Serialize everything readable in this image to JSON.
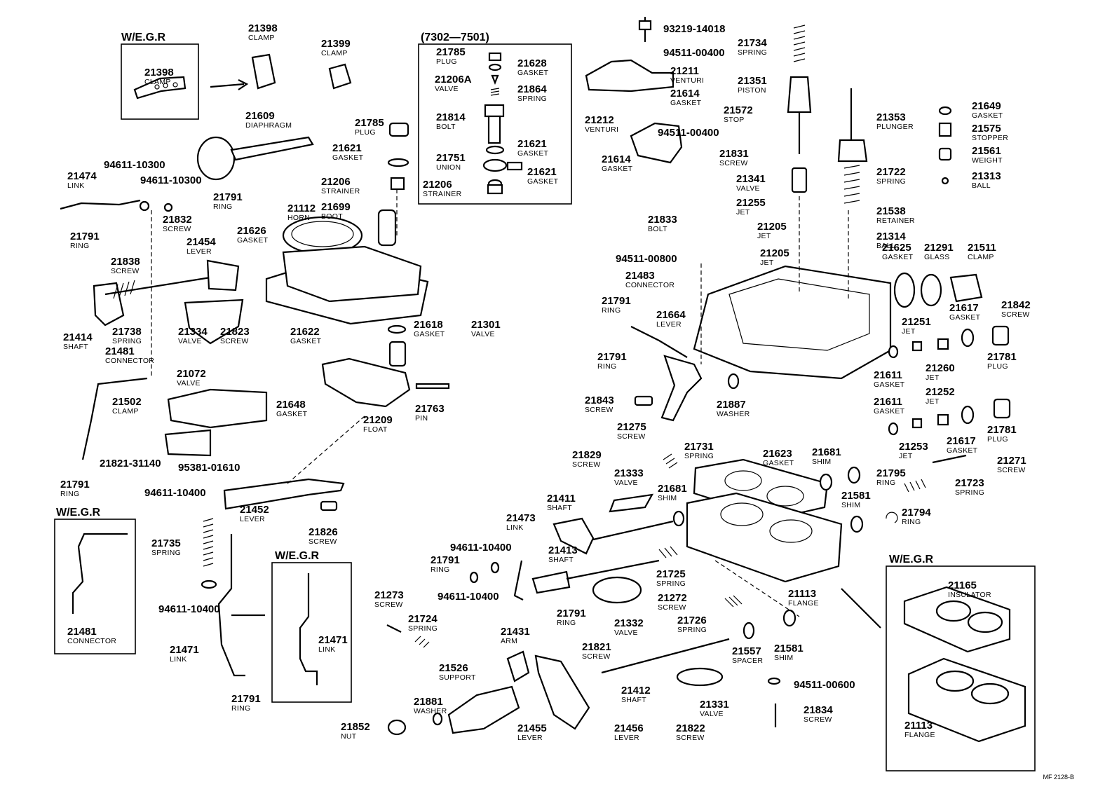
{
  "diagram": {
    "doc_code": "MF 2128-B",
    "inset_titles": {
      "egr_clamp": "W/E.G.R",
      "date_range": "(7302—7501)",
      "egr_connector": "W/E.G.R",
      "egr_link": "W/E.G.R",
      "egr_flange": "W/E.G.R"
    },
    "callouts": [
      {
        "id": "c1",
        "num": "21398",
        "name": "CLAMP"
      },
      {
        "id": "c2",
        "num": "21398",
        "name": "CLAMP"
      },
      {
        "id": "c3",
        "num": "21399",
        "name": "CLAMP"
      },
      {
        "id": "c4",
        "num": "21785",
        "name": "PLUG"
      },
      {
        "id": "c5",
        "num": "21628",
        "name": "GASKET"
      },
      {
        "id": "c6",
        "num": "21206A",
        "name": "VALVE"
      },
      {
        "id": "c7",
        "num": "21864",
        "name": "SPRING"
      },
      {
        "id": "c8",
        "num": "21814",
        "name": "BOLT"
      },
      {
        "id": "c9",
        "num": "21621",
        "name": "GASKET"
      },
      {
        "id": "c10",
        "num": "21751",
        "name": "UNION"
      },
      {
        "id": "c11",
        "num": "21621",
        "name": "GASKET"
      },
      {
        "id": "c12",
        "num": "21206",
        "name": "STRAINER"
      },
      {
        "id": "c13",
        "num": "21785",
        "name": "PLUG"
      },
      {
        "id": "c14",
        "num": "21621",
        "name": "GASKET"
      },
      {
        "id": "c15",
        "num": "21206",
        "name": "STRAINER"
      },
      {
        "id": "c16",
        "num": "21609",
        "name": "DIAPHRAGM"
      },
      {
        "id": "c17",
        "num": "94611-10300",
        "name": ""
      },
      {
        "id": "c18",
        "num": "21474",
        "name": "LINK"
      },
      {
        "id": "c19",
        "num": "94611-10300",
        "name": ""
      },
      {
        "id": "c20",
        "num": "21791",
        "name": "RING"
      },
      {
        "id": "c21",
        "num": "21791",
        "name": "RING"
      },
      {
        "id": "c22",
        "num": "21832",
        "name": "SCREW"
      },
      {
        "id": "c23",
        "num": "21112",
        "name": "HORN"
      },
      {
        "id": "c24",
        "num": "21699",
        "name": "BOOT"
      },
      {
        "id": "c25",
        "num": "21626",
        "name": "GASKET"
      },
      {
        "id": "c26",
        "num": "21454",
        "name": "LEVER"
      },
      {
        "id": "c27",
        "num": "21838",
        "name": "SCREW"
      },
      {
        "id": "c28",
        "num": "21738",
        "name": "SPRING"
      },
      {
        "id": "c29",
        "num": "21414",
        "name": "SHAFT"
      },
      {
        "id": "c30",
        "num": "21334",
        "name": "VALVE"
      },
      {
        "id": "c31",
        "num": "21823",
        "name": "SCREW"
      },
      {
        "id": "c32",
        "num": "21622",
        "name": "GASKET"
      },
      {
        "id": "c33",
        "num": "21618",
        "name": "GASKET"
      },
      {
        "id": "c34",
        "num": "21301",
        "name": "VALVE"
      },
      {
        "id": "c35",
        "num": "21481",
        "name": "CONNECTOR"
      },
      {
        "id": "c36",
        "num": "21072",
        "name": "VALVE"
      },
      {
        "id": "c37",
        "num": "21502",
        "name": "CLAMP"
      },
      {
        "id": "c38",
        "num": "21648",
        "name": "GASKET"
      },
      {
        "id": "c39",
        "num": "21209",
        "name": "FLOAT"
      },
      {
        "id": "c40",
        "num": "21763",
        "name": "PIN"
      },
      {
        "id": "c41",
        "num": "21821-31140",
        "name": ""
      },
      {
        "id": "c42",
        "num": "21791",
        "name": "RING"
      },
      {
        "id": "c43",
        "num": "95381-01610",
        "name": ""
      },
      {
        "id": "c44",
        "num": "94611-10400",
        "name": ""
      },
      {
        "id": "c45",
        "num": "21452",
        "name": "LEVER"
      },
      {
        "id": "c46",
        "num": "21826",
        "name": "SCREW"
      },
      {
        "id": "c47",
        "num": "21735",
        "name": "SPRING"
      },
      {
        "id": "c48",
        "num": "94611-10400",
        "name": ""
      },
      {
        "id": "c49",
        "num": "21481",
        "name": "CONNECTOR"
      },
      {
        "id": "c50",
        "num": "21471",
        "name": "LINK"
      },
      {
        "id": "c51",
        "num": "21471",
        "name": "LINK"
      },
      {
        "id": "c52",
        "num": "21791",
        "name": "RING"
      },
      {
        "id": "c53",
        "num": "93219-14018",
        "name": ""
      },
      {
        "id": "c54",
        "num": "94511-00400",
        "name": ""
      },
      {
        "id": "c55",
        "num": "21734",
        "name": "SPRING"
      },
      {
        "id": "c56",
        "num": "21211",
        "name": "VENTURI"
      },
      {
        "id": "c57",
        "num": "21614",
        "name": "GASKET"
      },
      {
        "id": "c58",
        "num": "21351",
        "name": "PISTON"
      },
      {
        "id": "c59",
        "num": "21212",
        "name": "VENTURI"
      },
      {
        "id": "c60",
        "num": "21572",
        "name": "STOP"
      },
      {
        "id": "c61",
        "num": "94511-00400",
        "name": ""
      },
      {
        "id": "c62",
        "num": "21614",
        "name": "GASKET"
      },
      {
        "id": "c63",
        "num": "21831",
        "name": "SCREW"
      },
      {
        "id": "c64",
        "num": "21353",
        "name": "PLUNGER"
      },
      {
        "id": "c65",
        "num": "21649",
        "name": "GASKET"
      },
      {
        "id": "c66",
        "num": "21575",
        "name": "STOPPER"
      },
      {
        "id": "c67",
        "num": "21561",
        "name": "WEIGHT"
      },
      {
        "id": "c68",
        "num": "21313",
        "name": "BALL"
      },
      {
        "id": "c69",
        "num": "21341",
        "name": "VALVE"
      },
      {
        "id": "c70",
        "num": "21722",
        "name": "SPRING"
      },
      {
        "id": "c71",
        "num": "21255",
        "name": "JET"
      },
      {
        "id": "c72",
        "num": "21538",
        "name": "RETAINER"
      },
      {
        "id": "c73",
        "num": "21833",
        "name": "BOLT"
      },
      {
        "id": "c74",
        "num": "21205",
        "name": "JET"
      },
      {
        "id": "c75",
        "num": "21314",
        "name": "BALL"
      },
      {
        "id": "c76",
        "num": "21205",
        "name": "JET"
      },
      {
        "id": "c77",
        "num": "94511-00800",
        "name": ""
      },
      {
        "id": "c78",
        "num": "21483",
        "name": "CONNECTOR"
      },
      {
        "id": "c79",
        "num": "21625",
        "name": "GASKET"
      },
      {
        "id": "c80",
        "num": "21291",
        "name": "GLASS"
      },
      {
        "id": "c81",
        "num": "21511",
        "name": "CLAMP"
      },
      {
        "id": "c82",
        "num": "21791",
        "name": "RING"
      },
      {
        "id": "c83",
        "num": "21664",
        "name": "LEVER"
      },
      {
        "id": "c84",
        "num": "21617",
        "name": "GASKET"
      },
      {
        "id": "c85",
        "num": "21842",
        "name": "SCREW"
      },
      {
        "id": "c86",
        "num": "21251",
        "name": "JET"
      },
      {
        "id": "c87",
        "num": "21781",
        "name": "PLUG"
      },
      {
        "id": "c88",
        "num": "21791",
        "name": "RING"
      },
      {
        "id": "c89",
        "num": "21260",
        "name": "JET"
      },
      {
        "id": "c90",
        "num": "21611",
        "name": "GASKET"
      },
      {
        "id": "c91",
        "num": "21887",
        "name": "WASHER"
      },
      {
        "id": "c92",
        "num": "21252",
        "name": "JET"
      },
      {
        "id": "c93",
        "num": "21843",
        "name": "SCREW"
      },
      {
        "id": "c94",
        "num": "21611",
        "name": "GASKET"
      },
      {
        "id": "c95",
        "num": "21781",
        "name": "PLUG"
      },
      {
        "id": "c96",
        "num": "21275",
        "name": "SCREW"
      },
      {
        "id": "c97",
        "num": "21253",
        "name": "JET"
      },
      {
        "id": "c98",
        "num": "21617",
        "name": "GASKET"
      },
      {
        "id": "c99",
        "num": "21731",
        "name": "SPRING"
      },
      {
        "id": "c100",
        "num": "21623",
        "name": "GASKET"
      },
      {
        "id": "c101",
        "num": "21681",
        "name": "SHIM"
      },
      {
        "id": "c102",
        "num": "21271",
        "name": "SCREW"
      },
      {
        "id": "c103",
        "num": "21829",
        "name": "SCREW"
      },
      {
        "id": "c104",
        "num": "21333",
        "name": "VALVE"
      },
      {
        "id": "c105",
        "num": "21795",
        "name": "RING"
      },
      {
        "id": "c106",
        "num": "21681",
        "name": "SHIM"
      },
      {
        "id": "c107",
        "num": "21723",
        "name": "SPRING"
      },
      {
        "id": "c108",
        "num": "21411",
        "name": "SHAFT"
      },
      {
        "id": "c109",
        "num": "21581",
        "name": "SHIM"
      },
      {
        "id": "c110",
        "num": "21473",
        "name": "LINK"
      },
      {
        "id": "c111",
        "num": "21794",
        "name": "RING"
      },
      {
        "id": "c112",
        "num": "94611-10400",
        "name": ""
      },
      {
        "id": "c113",
        "num": "21413",
        "name": "SHAFT"
      },
      {
        "id": "c114",
        "num": "21791",
        "name": "RING"
      },
      {
        "id": "c115",
        "num": "94611-10400",
        "name": ""
      },
      {
        "id": "c116",
        "num": "21725",
        "name": "SPRING"
      },
      {
        "id": "c117",
        "num": "21113",
        "name": "FLANGE"
      },
      {
        "id": "c118",
        "num": "21272",
        "name": "SCREW"
      },
      {
        "id": "c119",
        "num": "21791",
        "name": "RING"
      },
      {
        "id": "c120",
        "num": "21332",
        "name": "VALVE"
      },
      {
        "id": "c121",
        "num": "21726",
        "name": "SPRING"
      },
      {
        "id": "c122",
        "num": "21273",
        "name": "SCREW"
      },
      {
        "id": "c123",
        "num": "21724",
        "name": "SPRING"
      },
      {
        "id": "c124",
        "num": "21431",
        "name": "ARM"
      },
      {
        "id": "c125",
        "num": "21821",
        "name": "SCREW"
      },
      {
        "id": "c126",
        "num": "21557",
        "name": "SPACER"
      },
      {
        "id": "c127",
        "num": "21581",
        "name": "SHIM"
      },
      {
        "id": "c128",
        "num": "21165",
        "name": "INSULATOR"
      },
      {
        "id": "c129",
        "num": "21526",
        "name": "SUPPORT"
      },
      {
        "id": "c130",
        "num": "21412",
        "name": "SHAFT"
      },
      {
        "id": "c131",
        "num": "94511-00600",
        "name": ""
      },
      {
        "id": "c132",
        "num": "21881",
        "name": "WASHER"
      },
      {
        "id": "c133",
        "num": "21331",
        "name": "VALVE"
      },
      {
        "id": "c134",
        "num": "21834",
        "name": "SCREW"
      },
      {
        "id": "c135",
        "num": "21852",
        "name": "NUT"
      },
      {
        "id": "c136",
        "num": "21455",
        "name": "LEVER"
      },
      {
        "id": "c137",
        "num": "21456",
        "name": "LEVER"
      },
      {
        "id": "c138",
        "num": "21822",
        "name": "SCREW"
      },
      {
        "id": "c139",
        "num": "21113",
        "name": "FLANGE"
      }
    ]
  }
}
